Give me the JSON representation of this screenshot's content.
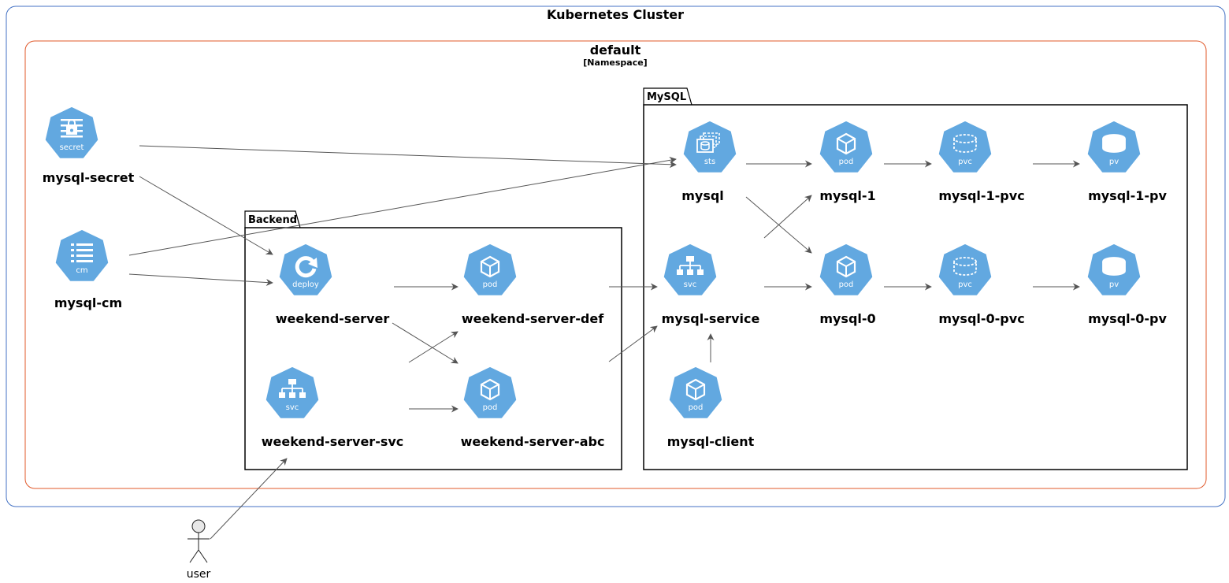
{
  "diagram": {
    "cluster_title": "Kubernetes Cluster",
    "namespace": {
      "name": "default",
      "type": "[Namespace]"
    },
    "packages": {
      "backend": "Backend",
      "mysql": "MySQL"
    },
    "nodes": {
      "mysql_secret": {
        "label": "mysql-secret",
        "kind": "secret"
      },
      "mysql_cm": {
        "label": "mysql-cm",
        "kind": "cm"
      },
      "weekend_server": {
        "label": "weekend-server",
        "kind": "deploy"
      },
      "weekend_server_def": {
        "label": "weekend-server-def",
        "kind": "pod"
      },
      "weekend_server_abc": {
        "label": "weekend-server-abc",
        "kind": "pod"
      },
      "weekend_server_svc": {
        "label": "weekend-server-svc",
        "kind": "svc"
      },
      "mysql": {
        "label": "mysql",
        "kind": "sts"
      },
      "mysql_1": {
        "label": "mysql-1",
        "kind": "pod"
      },
      "mysql_1_pvc": {
        "label": "mysql-1-pvc",
        "kind": "pvc"
      },
      "mysql_1_pv": {
        "label": "mysql-1-pv",
        "kind": "pv"
      },
      "mysql_service": {
        "label": "mysql-service",
        "kind": "svc"
      },
      "mysql_0": {
        "label": "mysql-0",
        "kind": "pod"
      },
      "mysql_0_pvc": {
        "label": "mysql-0-pvc",
        "kind": "pvc"
      },
      "mysql_0_pv": {
        "label": "mysql-0-pv",
        "kind": "pv"
      },
      "mysql_client": {
        "label": "mysql-client",
        "kind": "pod"
      }
    },
    "actor": {
      "label": "user"
    },
    "colors": {
      "cluster_border": "#4472c4",
      "namespace_border": "#e0582a",
      "icon_fill": "#62a8e0",
      "arrow": "#555555"
    }
  }
}
